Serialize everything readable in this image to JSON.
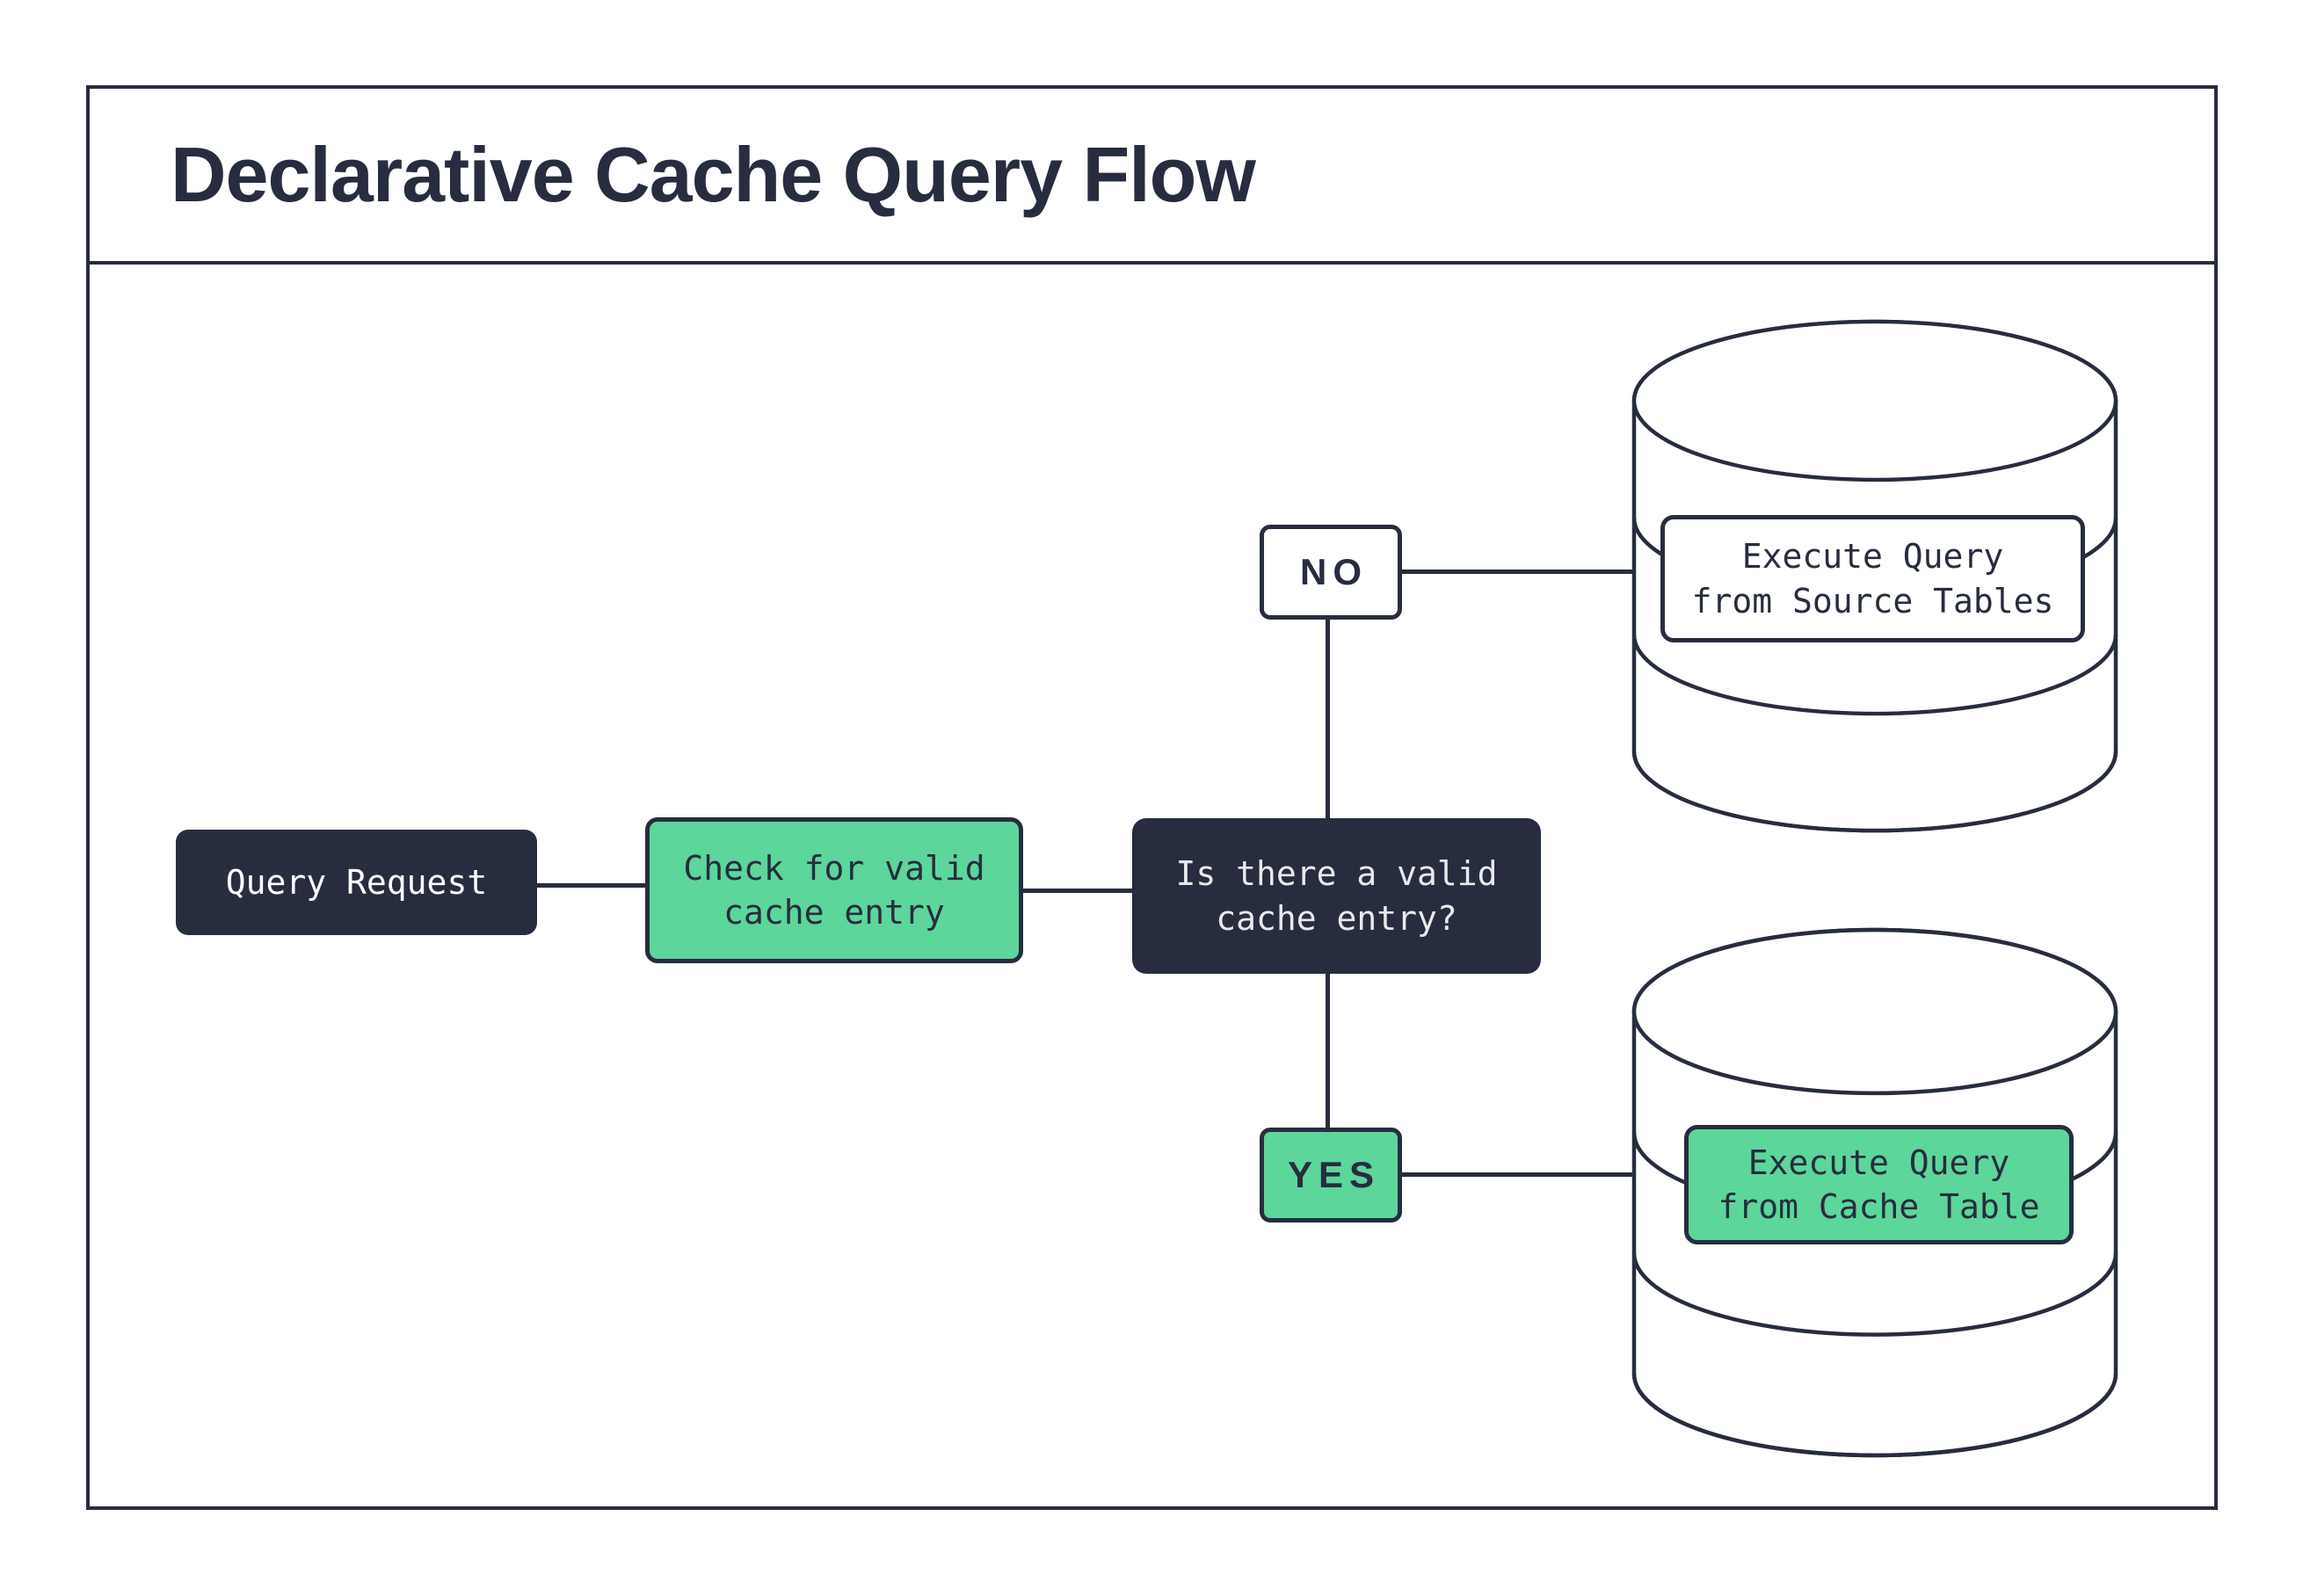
{
  "title": "Declarative Cache Query Flow",
  "colors": {
    "ink": "#272d3e",
    "green": "#5cd69b",
    "paper": "#ffffff",
    "decision_text": "#e8e9ec"
  },
  "nodes": {
    "query_request": {
      "label": "Query Request"
    },
    "check_cache": {
      "label": "Check for valid\ncache entry"
    },
    "decision": {
      "label": "Is there a valid\ncache entry?"
    },
    "branch_no": {
      "label": "NO"
    },
    "branch_yes": {
      "label": "YES"
    },
    "source_db": {
      "label": "Execute Query\nfrom Source Tables"
    },
    "cache_db": {
      "label": "Execute Query\nfrom Cache Table"
    }
  }
}
